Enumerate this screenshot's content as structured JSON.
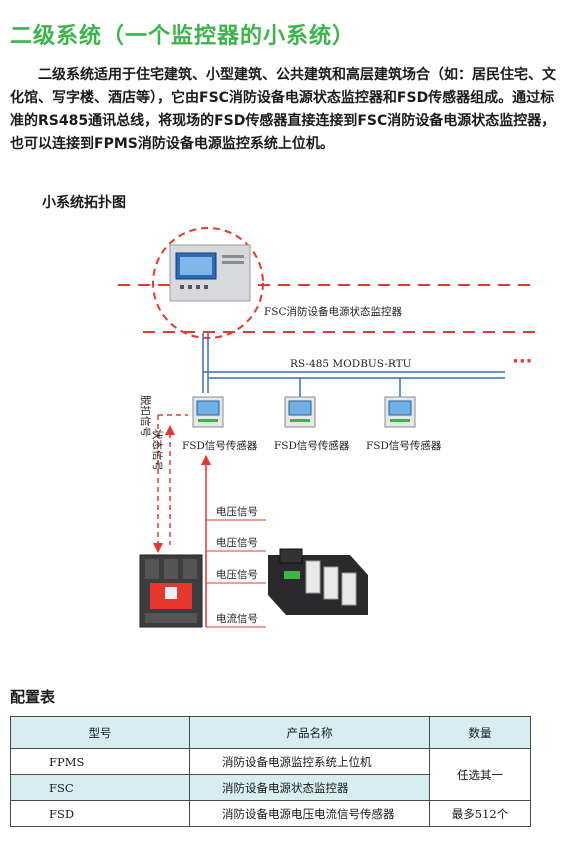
{
  "title": "二级系统（一个监控器的小系统）",
  "intro": "二级系统适用于住宅建筑、小型建筑、公共建筑和高层建筑场合（如：居民住宅、文化馆、写字楼、酒店等），它由FSC消防设备电源状态监控器和FSD传感器组成。通过标准的RS485通讯总线，将现场的FSD传感器直接连接到FSC消防设备电源状态监控器，也可以连接到FPMS消防设备电源监控系统上位机。",
  "topology": {
    "label": "小系统拓扑图",
    "controller_label": "FSC消防设备电源状态监控器",
    "bus_label": "RS-485 MODBUS-RTU",
    "ellipsis": "···",
    "sensors": [
      "FSD信号传感器",
      "FSD信号传感器",
      "FSD信号传感器"
    ],
    "trip_signal": "脱扣信号",
    "status_signal": "状态信号",
    "signals": [
      "电压信号",
      "电压信号",
      "电压信号",
      "电流信号"
    ],
    "colors": {
      "red": "#e8372f",
      "bus": "#3a6fb5",
      "accent": "#3bb54a"
    }
  },
  "config": {
    "label": "配置表",
    "headers": [
      "型号",
      "产品名称",
      "数量"
    ],
    "rows": [
      {
        "model": "FPMS",
        "name": "消防设备电源监控系统上位机"
      },
      {
        "model": "FSC",
        "name": "消防设备电源状态监控器"
      },
      {
        "model": "FSD",
        "name": "消防设备电源电压电流信号传感器",
        "qty": "最多512个"
      }
    ],
    "merged_qty": "任选其一"
  }
}
